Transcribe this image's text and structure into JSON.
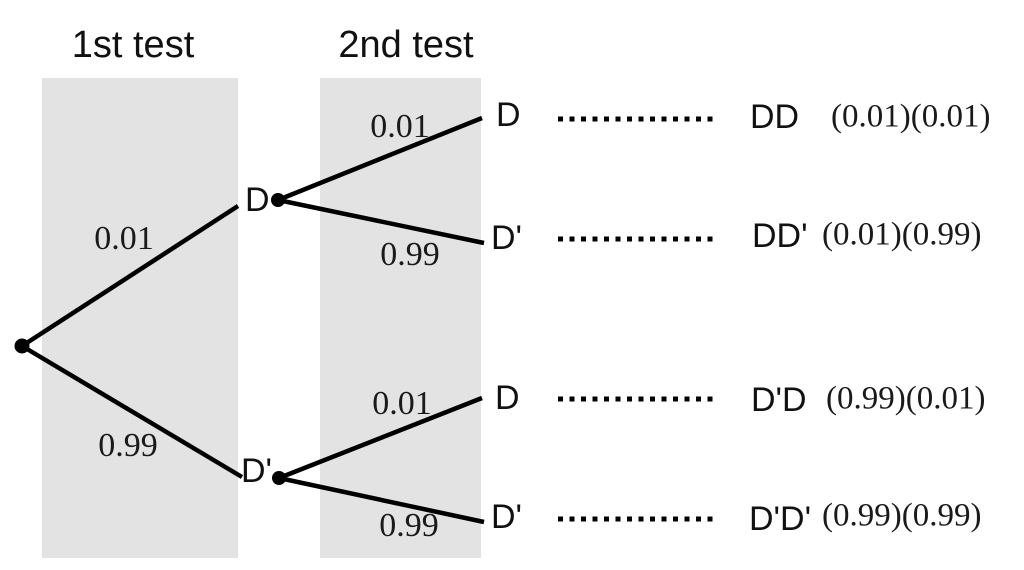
{
  "diagram": {
    "type": "probability-tree",
    "stage_headers": [
      {
        "label": "1st test"
      },
      {
        "label": "2nd test"
      }
    ],
    "colors": {
      "band": "#e3e3e3",
      "line": "#000000",
      "background": "#ffffff"
    },
    "first_test": {
      "branches": [
        {
          "probability": "0.01",
          "node": "D"
        },
        {
          "probability": "0.99",
          "node": "D'"
        }
      ]
    },
    "second_test": {
      "from_D": [
        {
          "probability": "0.01",
          "leaf": "D"
        },
        {
          "probability": "0.99",
          "leaf": "D'"
        }
      ],
      "from_Dprime": [
        {
          "probability": "0.01",
          "leaf": "D"
        },
        {
          "probability": "0.99",
          "leaf": "D'"
        }
      ]
    },
    "outcomes": [
      {
        "leaf": "D",
        "label": "DD",
        "probability": "(0.01)(0.01)"
      },
      {
        "leaf": "D'",
        "label": "DD'",
        "probability": "(0.01)(0.99)"
      },
      {
        "leaf": "D",
        "label": "D'D",
        "probability": "(0.99)(0.01)"
      },
      {
        "leaf": "D'",
        "label": "D'D'",
        "probability": "(0.99)(0.99)"
      }
    ]
  }
}
